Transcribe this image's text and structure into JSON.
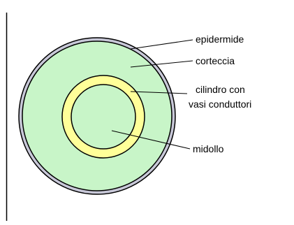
{
  "labels": {
    "epidermis": "epidermide",
    "cortex": "corteccia",
    "cylinder_line1": "cilindro con",
    "cylinder_line2": "vasi conduttori",
    "pith": "midollo"
  },
  "colors": {
    "background": "#ffffff",
    "epidermis_fill": "#c8c8d8",
    "outline": "#000000",
    "cortex_fill": "#c8f5c8",
    "cylinder_fill": "#ffff99",
    "pith_fill": "#c8f5c8",
    "border_line": "#000000"
  }
}
